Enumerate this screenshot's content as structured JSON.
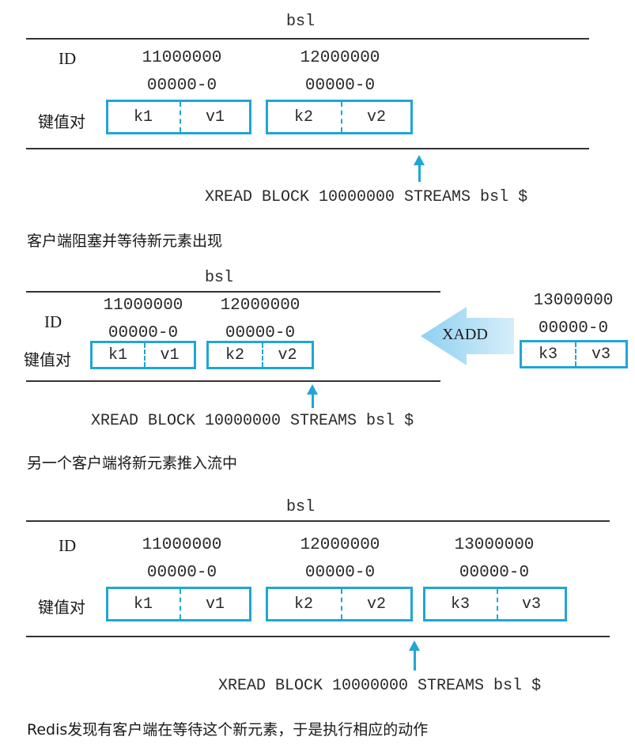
{
  "stream_name": "bsl",
  "label_id": "ID",
  "label_kv": "键值对",
  "command": "XREAD BLOCK 10000000 STREAMS bsl $",
  "xadd_label": "XADD",
  "entries": [
    {
      "id_top": "11000000",
      "id_bottom": "00000-0",
      "key": "k1",
      "value": "v1"
    },
    {
      "id_top": "12000000",
      "id_bottom": "00000-0",
      "key": "k2",
      "value": "v2"
    },
    {
      "id_top": "13000000",
      "id_bottom": "00000-0",
      "key": "k3",
      "value": "v3"
    }
  ],
  "captions": [
    "客户端阻塞并等待新元素出现",
    "另一个客户端将新元素推入流中",
    "Redis发现有客户端在等待这个新元素，于是执行相应的动作"
  ],
  "colors": {
    "accent": "#1fa6d6",
    "xadd_arrow": "#8fd0f0",
    "line": "#333333"
  }
}
